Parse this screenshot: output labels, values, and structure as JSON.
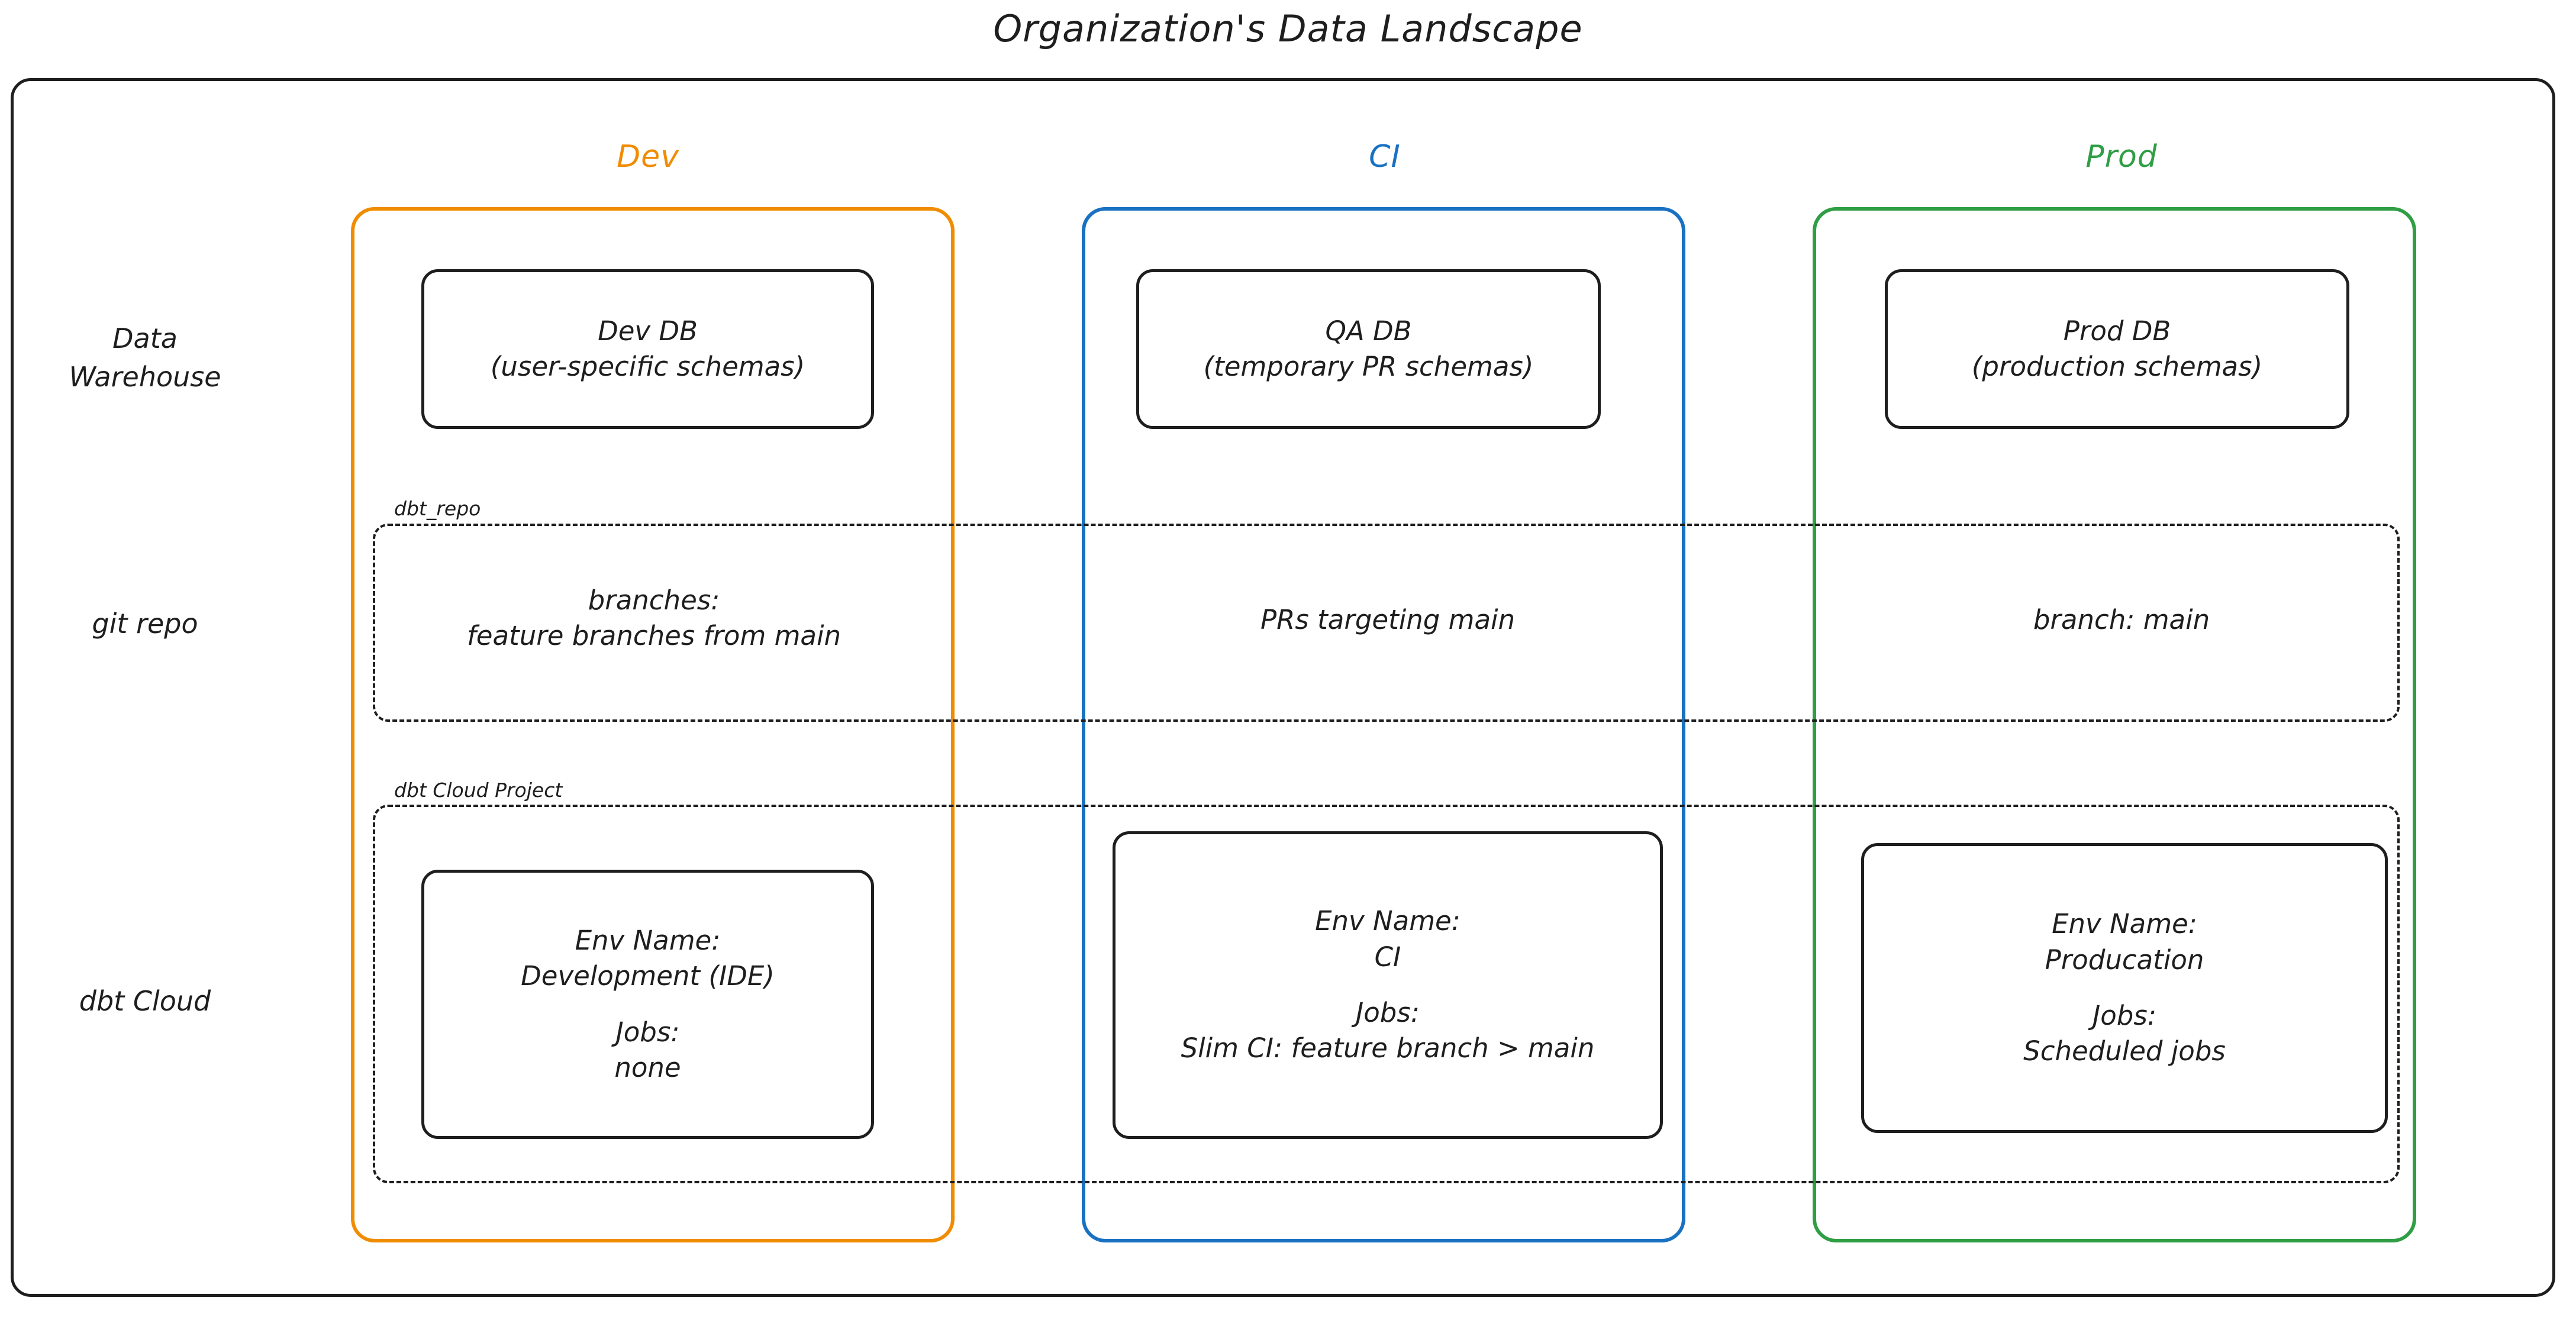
{
  "title": "Organization's Data Landscape",
  "colors": {
    "dev": "#f08c00",
    "ci": "#1971c2",
    "prod": "#2f9e44",
    "stroke": "#1e1e1e",
    "background": "#ffffff"
  },
  "columns": [
    {
      "key": "dev",
      "label": "Dev",
      "color": "#f08c00"
    },
    {
      "key": "ci",
      "label": "CI",
      "color": "#1971c2"
    },
    {
      "key": "prod",
      "label": "Prod",
      "color": "#2f9e44"
    }
  ],
  "rows": [
    {
      "key": "data_warehouse",
      "label": "Data\nWarehouse"
    },
    {
      "key": "git_repo",
      "label": "git repo"
    },
    {
      "key": "dbt_cloud",
      "label": "dbt Cloud"
    }
  ],
  "groups": [
    {
      "key": "dbt_repo",
      "label": "dbt_repo"
    },
    {
      "key": "dbt_cloud_project",
      "label": "dbt Cloud Project"
    }
  ],
  "data_warehouse": {
    "dev": {
      "name": "Dev DB",
      "detail": "(user-specific schemas)"
    },
    "ci": {
      "name": "QA DB",
      "detail": "(temporary PR schemas)"
    },
    "prod": {
      "name": "Prod DB",
      "detail": "(production schemas)"
    }
  },
  "git_repo": {
    "dev": "branches:\nfeature branches from main",
    "ci": "PRs targeting main",
    "prod": "branch: main"
  },
  "dbt_cloud": {
    "dev": {
      "env_name_label": "Env Name:",
      "env_name": "Development (IDE)",
      "jobs_label": "Jobs:",
      "jobs": "none"
    },
    "ci": {
      "env_name_label": "Env Name:",
      "env_name": "CI",
      "jobs_label": "Jobs:",
      "jobs": "Slim CI: feature branch > main"
    },
    "prod": {
      "env_name_label": "Env Name:",
      "env_name": "Producation",
      "jobs_label": "Jobs:",
      "jobs": "Scheduled jobs"
    }
  }
}
